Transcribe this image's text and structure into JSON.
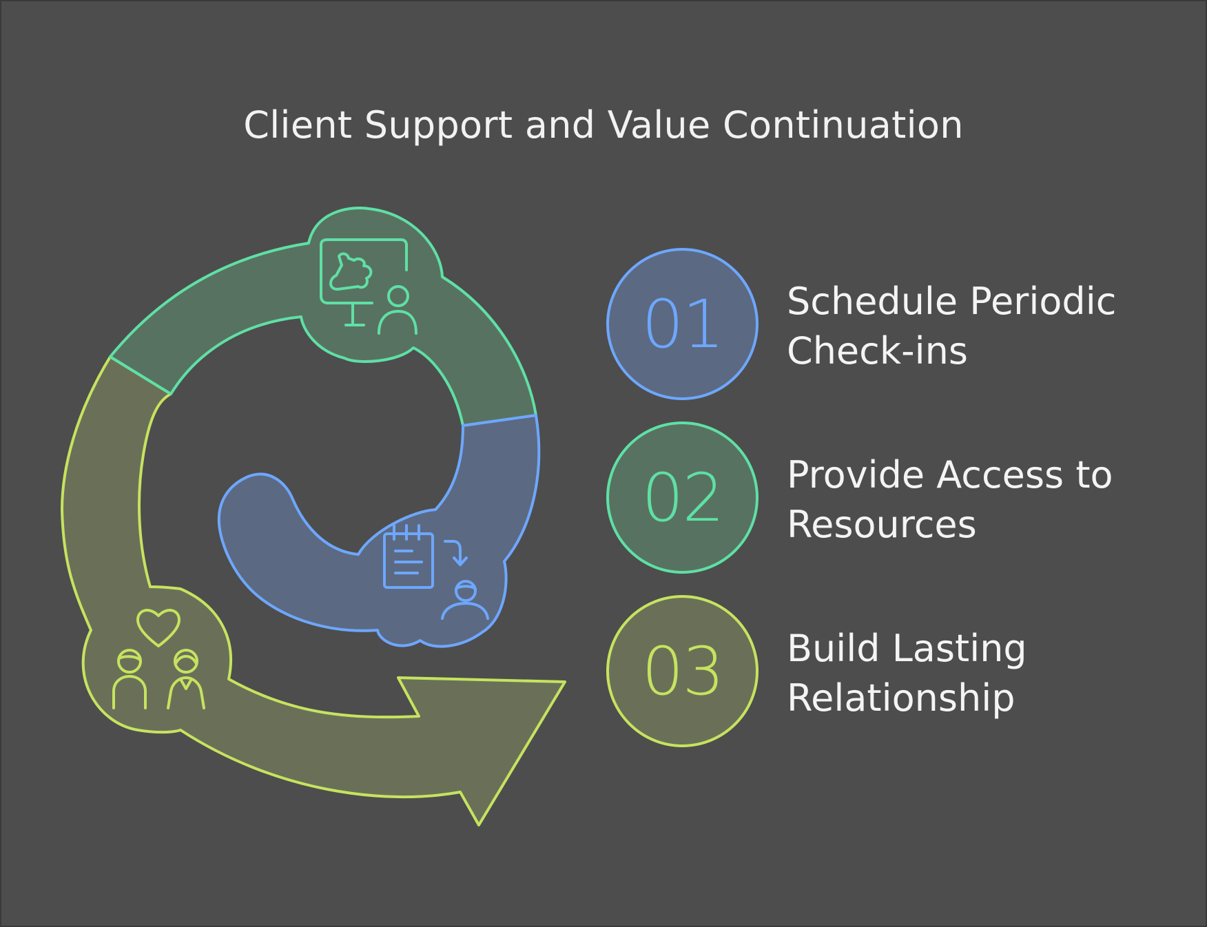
{
  "title": "Client Support and Value Continuation",
  "colors": {
    "background": "#4d4d4d",
    "blue": "#6ea7ff",
    "teal": "#5fe0a5",
    "lime": "#c6e35f",
    "blue_fill": "#5b6a82",
    "teal_fill": "#587262",
    "lime_fill": "#6a7058"
  },
  "steps": [
    {
      "number": "01",
      "label": "Schedule Periodic\nCheck-ins",
      "color": "#6ea7ff",
      "fill": "#5b6a82",
      "icon": "presentation-teacher-icon"
    },
    {
      "number": "02",
      "label": "Provide Access to\nResources",
      "color": "#5fe0a5",
      "fill": "#587262",
      "icon": "schedule-checklist-icon"
    },
    {
      "number": "03",
      "label": "Build Lasting\nRelationship",
      "color": "#c6e35f",
      "fill": "#6a7058",
      "icon": "relationship-couple-icon"
    }
  ]
}
